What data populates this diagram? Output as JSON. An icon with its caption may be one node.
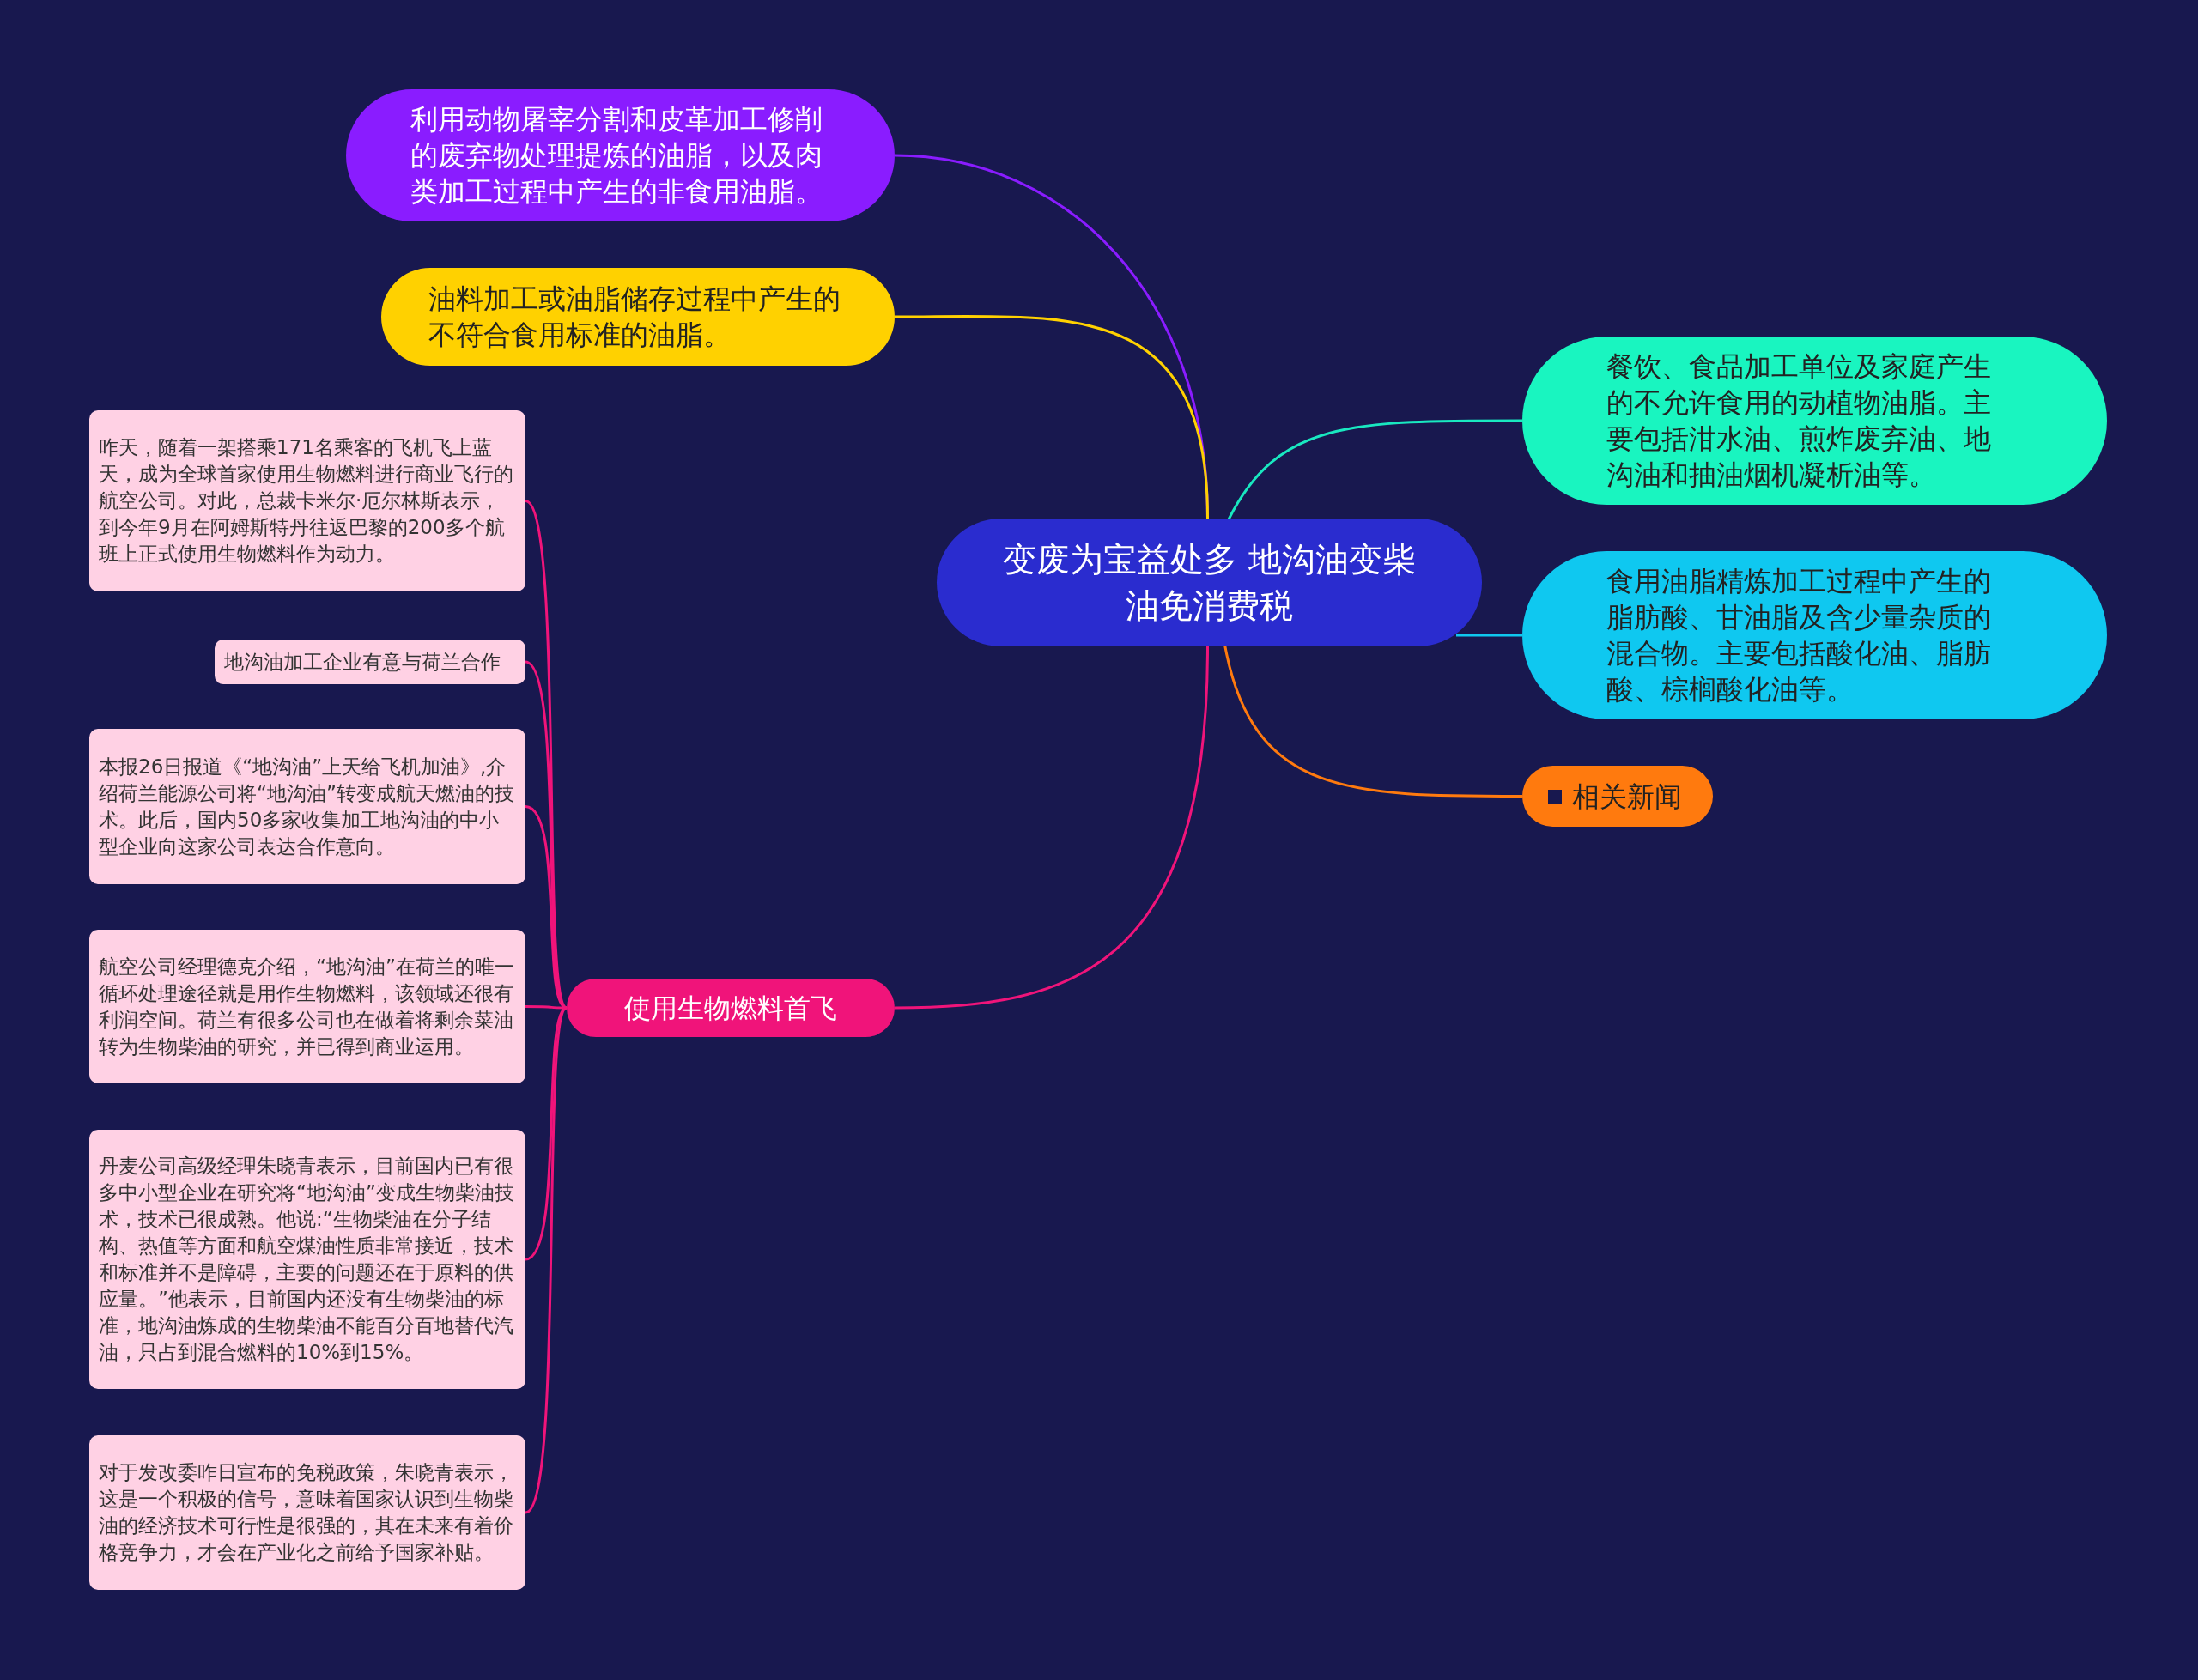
{
  "diagram": {
    "nodes": [
      {
        "text": [
          "变废为宝益处多 地沟油变柴油免消费税"
        ]
      },
      {
        "text": [
          "利用动物屠宰分割和皮革加工修削的废弃物处理提炼的油脂，以及肉类加工过程中产生的非食用油脂。"
        ]
      },
      {
        "text": [
          "油料加工或油脂储存过程中产生的不符合食用标准的油脂。"
        ]
      },
      {
        "text": [
          "餐饮、食品加工单位及家庭产生的不允许食用的动植物油脂。主要包括泔水油、煎炸废弃油、地沟油和抽油烟机凝析油等。"
        ]
      },
      {
        "text": [
          "食用油脂精炼加工过程中产生的脂肪酸、甘油脂及含少量杂质的混合物。主要包括酸化油、脂肪酸、棕榈酸化油等。"
        ]
      },
      {
        "text": [
          "相关新闻"
        ]
      },
      {
        "text": [
          "使用生物燃料首飞"
        ]
      },
      {
        "text": [
          "昨天，随着一架搭乘171名乘客的飞机飞上蓝天，成为全球首家使用生物燃料进行商业飞行的航空公司。对此，总裁卡米尔·厄尔林斯表示，到今年9月在阿姆斯特丹往返巴黎的200多个航班上正式使用生物燃料作为动力。"
        ]
      },
      {
        "text": [
          "地沟油加工企业有意与荷兰合作"
        ]
      },
      {
        "text": [
          "本报26日报道《“地沟油”上天给飞机加油》,介绍荷兰能源公司将“地沟油”转变成航天燃油的技术。此后，国内50多家收集加工地沟油的中小型企业向这家公司表达合作意向。"
        ]
      },
      {
        "text": [
          "航空公司经理德克介绍，“地沟油”在荷兰的唯一循环处理途径就是用作生物燃料，该领域还很有利润空间。荷兰有很多公司也在做着将剩余菜油转为生物柴油的研究，并已得到商业运用。"
        ]
      },
      {
        "text": [
          "丹麦公司高级经理朱晓青表示，目前国内已有很多中小型企业在研究将“地沟油”变成生物柴油技术，技术已很成熟。他说:“生物柴油在分子结构、热值等方面和航空煤油性质非常接近，技术和标准并不是障碍，主要的问题还在于原料的供应量。”他表示，目前国内还没有生物柴油的标准，地沟油炼成的生物柴油不能百分百地替代汽油，只占到混合燃料的10%到15%。"
        ]
      },
      {
        "text": [
          "对于发改委昨日宣布的免税政策，朱晓青表示，这是一个积极的信号，意味着国家认识到生物柴油的经济技术可行性是很强的，其在未来有着价格竞争力，才会在产业化之前给予国家补贴。"
        ]
      }
    ],
    "edges": [
      {
        "from": 0,
        "to": 1,
        "arrow": "none",
        "color": "#8a1cff"
      },
      {
        "from": 0,
        "to": 2,
        "arrow": "none",
        "color": "#ffd100"
      },
      {
        "from": 0,
        "to": 3,
        "arrow": "none",
        "color": "#19e8c0"
      },
      {
        "from": 0,
        "to": 4,
        "arrow": "none",
        "color": "#0fc8f0"
      },
      {
        "from": 0,
        "to": 5,
        "arrow": "none",
        "color": "#ff7a0e"
      },
      {
        "from": 0,
        "to": 6,
        "arrow": "none",
        "color": "#f0147a"
      },
      {
        "from": 6,
        "to": 7,
        "arrow": "none",
        "color": "#f0147a"
      },
      {
        "from": 6,
        "to": 8,
        "arrow": "none",
        "color": "#f0147a"
      },
      {
        "from": 6,
        "to": 9,
        "arrow": "none",
        "color": "#f0147a"
      },
      {
        "from": 6,
        "to": 10,
        "arrow": "none",
        "color": "#f0147a"
      },
      {
        "from": 6,
        "to": 11,
        "arrow": "none",
        "color": "#f0147a"
      },
      {
        "from": 6,
        "to": 12,
        "arrow": "none",
        "color": "#f0147a"
      }
    ]
  }
}
